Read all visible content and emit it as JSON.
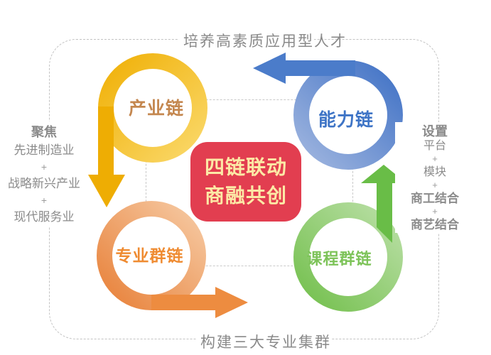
{
  "top_banner": {
    "text": "培养高素质应用型人才"
  },
  "bottom_banner": {
    "text": "构建三大专业集群"
  },
  "center_box": {
    "line1": "四链联动",
    "line2": "商融共创",
    "bg_color": "#e23e50",
    "text_color": "#fce9a6"
  },
  "chains": [
    {
      "label": "产业链",
      "position": "top-left",
      "arrow_direction": "down",
      "color": "#f3ba10",
      "label_color": "#c4874f"
    },
    {
      "label": "能力链",
      "position": "top-right",
      "arrow_direction": "left",
      "color": "#4b7cca",
      "label_color": "#3e74c6"
    },
    {
      "label": "专业群链",
      "position": "bottom-left",
      "arrow_direction": "right",
      "color": "#ed8c40",
      "label_color": "#ef8b31"
    },
    {
      "label": "课程群链",
      "position": "bottom-right",
      "arrow_direction": "up",
      "color": "#69bd47",
      "label_color": "#7dc359"
    }
  ],
  "left_panel": {
    "lines": [
      {
        "text": "聚焦",
        "bold": true
      },
      {
        "text": "先进制造业"
      },
      {
        "text": "+"
      },
      {
        "text": "战略新兴产业"
      },
      {
        "text": "+"
      },
      {
        "text": "现代服务业"
      }
    ]
  },
  "right_panel": {
    "lines": [
      {
        "text": "设置",
        "bold": true
      },
      {
        "text": "平台"
      },
      {
        "text": "+"
      },
      {
        "text": "模块"
      },
      {
        "text": "+"
      },
      {
        "text": "商工结合",
        "bold": true
      },
      {
        "text": "+"
      },
      {
        "text": "商艺结合",
        "bold": true
      }
    ]
  },
  "frame_color": "#c3c3c3",
  "text_gray": "#8b8b8b"
}
